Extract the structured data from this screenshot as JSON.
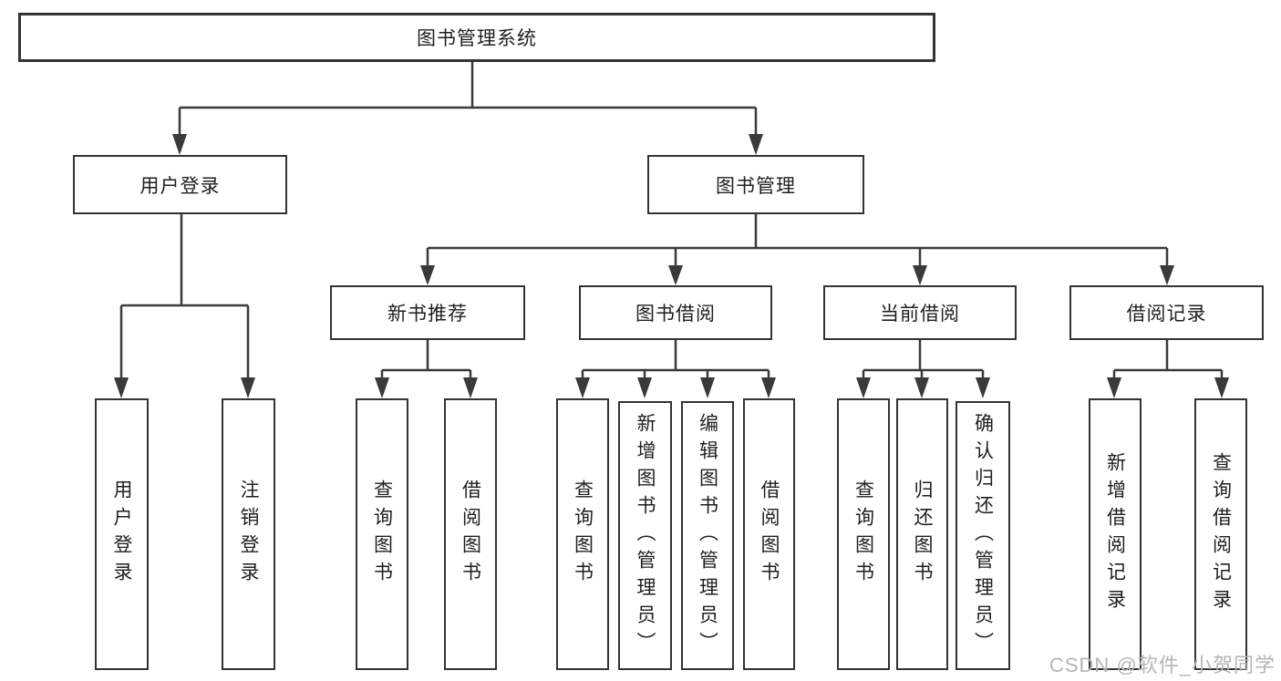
{
  "diagram": {
    "tree": {
      "label": "图书管理系统",
      "children": [
        {
          "label": "用户登录",
          "children": [
            {
              "label": "用户登录"
            },
            {
              "label": "注销登录"
            }
          ]
        },
        {
          "label": "图书管理",
          "children": [
            {
              "label": "新书推荐",
              "children": [
                {
                  "label": "查询图书"
                },
                {
                  "label": "借阅图书"
                }
              ]
            },
            {
              "label": "图书借阅",
              "children": [
                {
                  "label": "查询图书"
                },
                {
                  "label": "新增图书（管理员）"
                },
                {
                  "label": "编辑图书（管理员）"
                },
                {
                  "label": "借阅图书"
                }
              ]
            },
            {
              "label": "当前借阅",
              "children": [
                {
                  "label": "查询图书"
                },
                {
                  "label": "归还图书"
                },
                {
                  "label": "确认归还（管理员）"
                }
              ]
            },
            {
              "label": "借阅记录",
              "children": [
                {
                  "label": "新增借阅记录"
                },
                {
                  "label": "查询借阅记录"
                }
              ]
            }
          ]
        }
      ]
    }
  },
  "watermark": {
    "text": "CSDN @软件_小贺同学"
  },
  "colors": {
    "line": "#3a3a3a",
    "border": "#333333",
    "text": "#1f1f1f",
    "watermark": "#b5b5b5",
    "background": "#ffffff"
  }
}
